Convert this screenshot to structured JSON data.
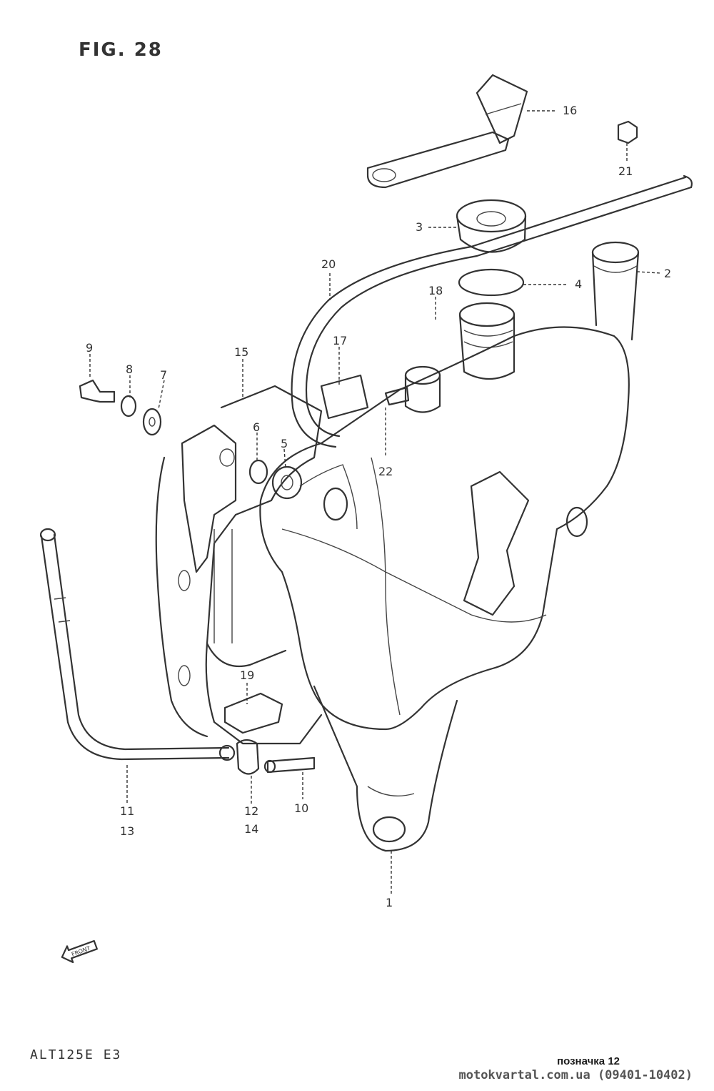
{
  "header": {
    "figure": "FIG. 28"
  },
  "footer": {
    "model": "ALT125E E3",
    "note": "позначка 12",
    "site": "motokvartal.com.ua (09401-10402)"
  },
  "callouts": {
    "c1": "1",
    "c2": "2",
    "c3": "3",
    "c4": "4",
    "c5": "5",
    "c6": "6",
    "c7": "7",
    "c8": "8",
    "c9": "9",
    "c10": "10",
    "c11": "11",
    "c12": "12",
    "c13": "13",
    "c14": "14",
    "c15": "15",
    "c16": "16",
    "c17": "17",
    "c18": "18",
    "c19": "19",
    "c20": "20",
    "c21": "21",
    "c22": "22"
  },
  "front_arrow": {
    "label": "FRONT"
  }
}
